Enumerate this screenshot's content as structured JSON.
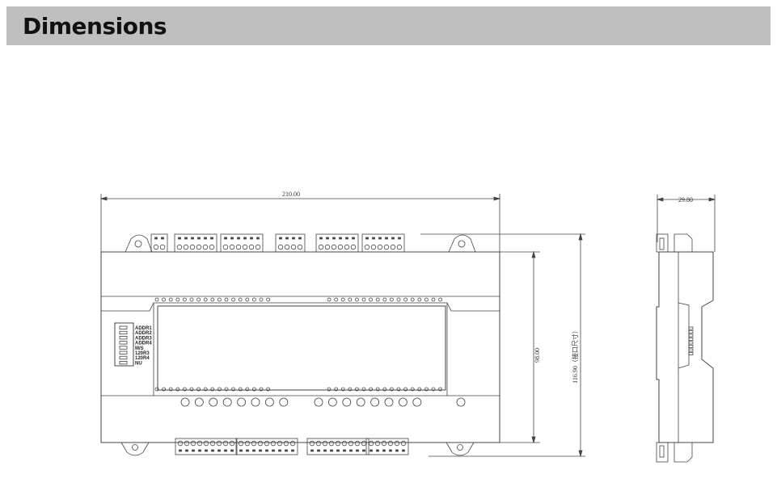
{
  "header": {
    "title": "Dimensions"
  },
  "drawing": {
    "width_label": "210.00",
    "inner_height_label": "98.00",
    "total_height_label": "116.90（接口尺寸）",
    "depth_label": "29.80",
    "dip_switch_labels": [
      "ADDR1",
      "ADDR2",
      "ADDR3",
      "ADDR4",
      "M/S",
      "120R3",
      "120R4",
      "NU"
    ]
  }
}
